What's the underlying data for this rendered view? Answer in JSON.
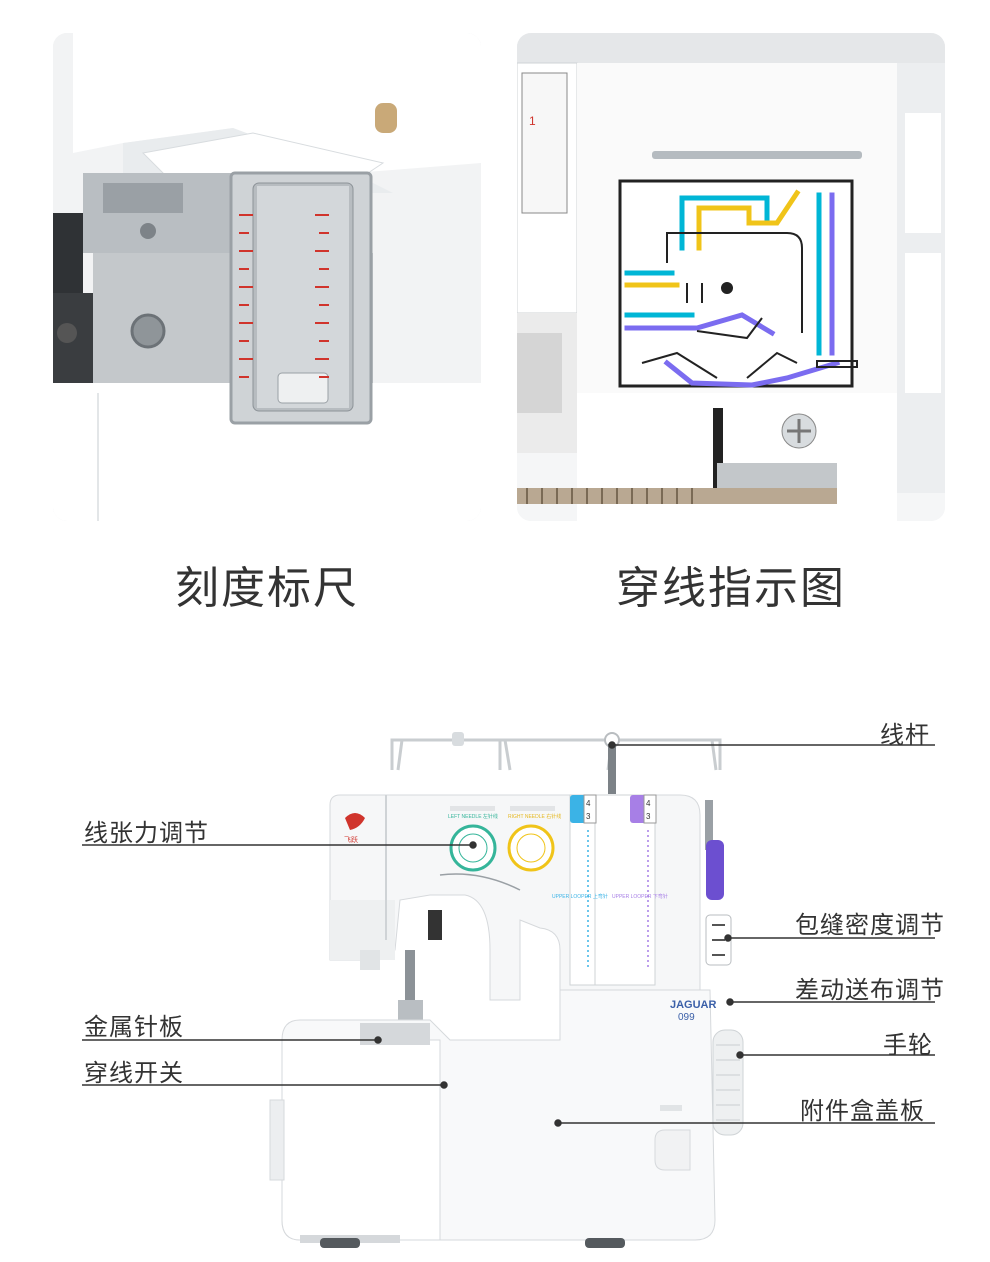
{
  "panels": [
    {
      "caption": "刻度标尺",
      "icon": "ruler-guide-photo"
    },
    {
      "caption": "穿线指示图",
      "icon": "threading-chart-photo"
    }
  ],
  "threading_chart": {
    "dial_mark": "1",
    "colors": {
      "lower_looper": "#00b6d6",
      "needle": "#f0c419",
      "upper_looper": "#7b6cf0",
      "green": "#2ecc71"
    }
  },
  "machine": {
    "brand_text": "JAGUAR",
    "model_text": "099",
    "logo_text": "飞跃",
    "left_needle_text": "LEFT NEEDLE 左针线",
    "right_needle_text": "RIGHT NEEDLE 右针线",
    "upper_looper_text": "UPPER LOOPER 上弯针",
    "lower_looper_text": "UPPER LOOPER 下弯针",
    "dial_numbers": [
      "4",
      "3"
    ]
  },
  "callouts": {
    "thread_stand": "线杆",
    "tension": "线张力调节",
    "stitch_density": "包缝密度调节",
    "metal_plate": "金属针板",
    "differential_feed": "差动送布调节",
    "threading_switch": "穿线开关",
    "handwheel": "手轮",
    "accessory_cover": "附件盒盖板"
  },
  "colors": {
    "text": "#333333",
    "line": "#333333",
    "accent_red": "#d0342c"
  }
}
